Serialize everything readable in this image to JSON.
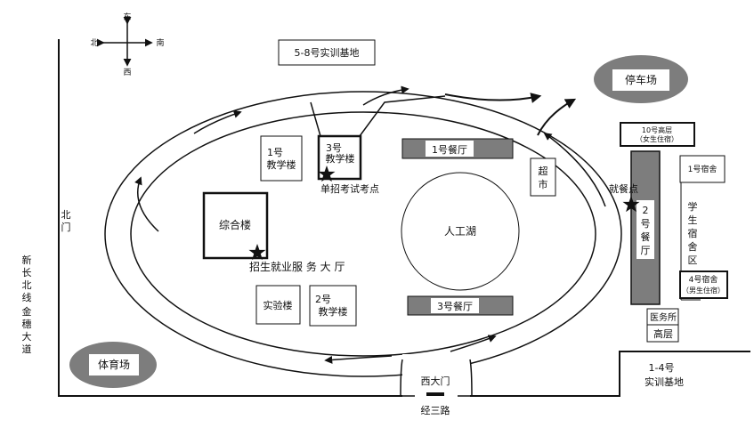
{
  "compass": {
    "east": "东",
    "west": "西",
    "north": "北",
    "south": "南"
  },
  "labels": {
    "training_5_8": "5-8号实训基地",
    "parking": "停车场",
    "teaching_1_l1": "1号",
    "teaching_1_l2": "教学楼",
    "teaching_3_l1": "3号",
    "teaching_3_l2": "教学楼",
    "exam_point": "单招考试考点",
    "canteen_1": "1号餐厅",
    "supermarket_l1": "超",
    "supermarket_l2": "市",
    "dorm_10_l1": "10号高层",
    "dorm_10_l2": "（女生住宿）",
    "dorm_1": "1号宿舍",
    "dining_point": "就餐点",
    "canteen_2": [
      "2",
      "号",
      "餐",
      "厅"
    ],
    "dorm_area": [
      "学",
      "生",
      "宿",
      "舍",
      "区"
    ],
    "complex": "综合楼",
    "lake": "人工湖",
    "service_hall": "招生就业服 务 大 厅",
    "north_gate": [
      "北",
      "门"
    ],
    "road_left_a": [
      "新",
      "长",
      "北",
      "线"
    ],
    "road_left_b": [
      "金",
      "穗",
      "大",
      "道"
    ],
    "lab": "实验楼",
    "teaching_2_l1": "2号",
    "teaching_2_l2": "教学楼",
    "canteen_3": "3号餐厅",
    "dorm_4_l1": "4号宿舍",
    "dorm_4_l2": "（男生住宿）",
    "clinic": "医务所",
    "highrise": "高层",
    "stadium": "体育场",
    "west_gate": "西大门",
    "training_1_4_l1": "1-4号",
    "training_1_4_l2": "实训基地",
    "road_bottom": "经三路"
  },
  "colors": {
    "ink": "#111111",
    "gray_fill": "#7d7d7d",
    "white": "#ffffff"
  }
}
